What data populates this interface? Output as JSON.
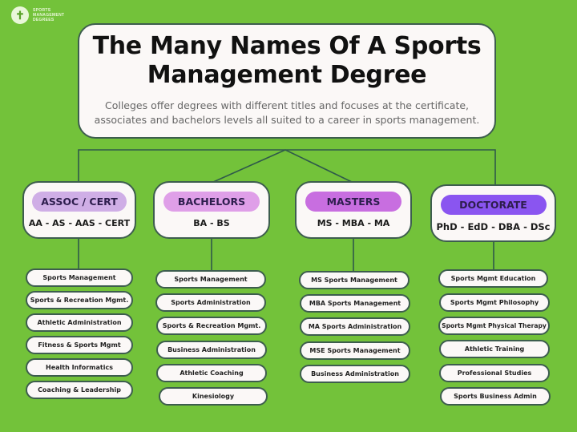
{
  "logo": {
    "icon": "running-figure-icon",
    "text": "Sports Management Degrees"
  },
  "header": {
    "title_line1": "The Many Names Of A Sports",
    "title_line2": "Management Degree",
    "subtitle_line1": "Colleges offer degrees with different titles and focuses at the certificate,",
    "subtitle_line2": "associates and bachelors levels all suited to a career in sports management."
  },
  "colors": {
    "background": "#73c23a",
    "card": "#fbf8f7",
    "border": "#3d5d4e",
    "assoc": "#cfaee6",
    "bachelors": "#df9fe8",
    "masters": "#c86ee0",
    "doctorate": "#8a55f0"
  },
  "levels": [
    {
      "label": "ASSOC / CERT",
      "abbreviations": "AA - AS - AAS - CERT",
      "programs": [
        "Sports Management",
        "Sports & Recreation Mgmt.",
        "Athletic Administration",
        "Fitness & Sports Mgmt",
        "Health Informatics",
        "Coaching & Leadership"
      ]
    },
    {
      "label": "BACHELORS",
      "abbreviations": "BA  -  BS",
      "programs": [
        "Sports Management",
        "Sports Administration",
        "Sports & Recreation Mgmt.",
        "Business Administration",
        "Athletic Coaching",
        "Kinesiology"
      ]
    },
    {
      "label": "MASTERS",
      "abbreviations": "MS - MBA - MA",
      "programs": [
        "MS Sports Management",
        "MBA Sports Management",
        "MA Sports Administration",
        "MSE Sports Management",
        "Business Administration"
      ]
    },
    {
      "label": "DOCTORATE",
      "abbreviations": "PhD - EdD - DBA - DSc",
      "programs": [
        "Sports Mgmt Education",
        "Sports Mgmt Philosophy",
        "Sports Mgmt Physical Therapy",
        "Athletic Training",
        "Professional Studies",
        "Sports Business Admin"
      ]
    }
  ]
}
